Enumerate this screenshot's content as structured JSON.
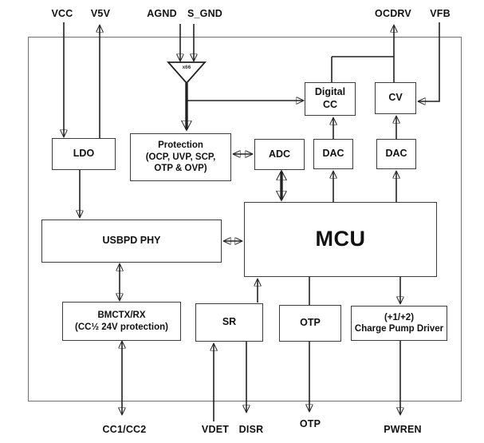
{
  "pins": {
    "top": {
      "vcc": "VCC",
      "v5v": "V5V",
      "agnd": "AGND",
      "sgnd": "S_GND",
      "ocdrv": "OCDRV",
      "vfb": "VFB"
    },
    "bottom": {
      "cc": "CC1/CC2",
      "vdet": "VDET",
      "disr": "DISR",
      "otp": "OTP",
      "pwren": "PWREN"
    }
  },
  "blocks": {
    "amp_gain": "x66",
    "ldo": "LDO",
    "protection": [
      "Protection",
      "(OCP, UVP, SCP,",
      "OTP & OVP)"
    ],
    "adc": "ADC",
    "digital_cc": [
      "Digital",
      "CC"
    ],
    "cv": "CV",
    "dac1": "DAC",
    "dac2": "DAC",
    "mcu": "MCU",
    "usbpd_phy": "USBPD PHY",
    "bmctx": [
      "BMCTX/RX",
      "(CC½ 24V protection)"
    ],
    "sr": "SR",
    "otp": "OTP",
    "charge_pump": [
      "(+1/+2)",
      "Charge Pump Driver"
    ]
  },
  "colors": {
    "line": "#222222",
    "box_border": "#3c3c3c",
    "outer_border": "#707070",
    "background": "#ffffff"
  }
}
